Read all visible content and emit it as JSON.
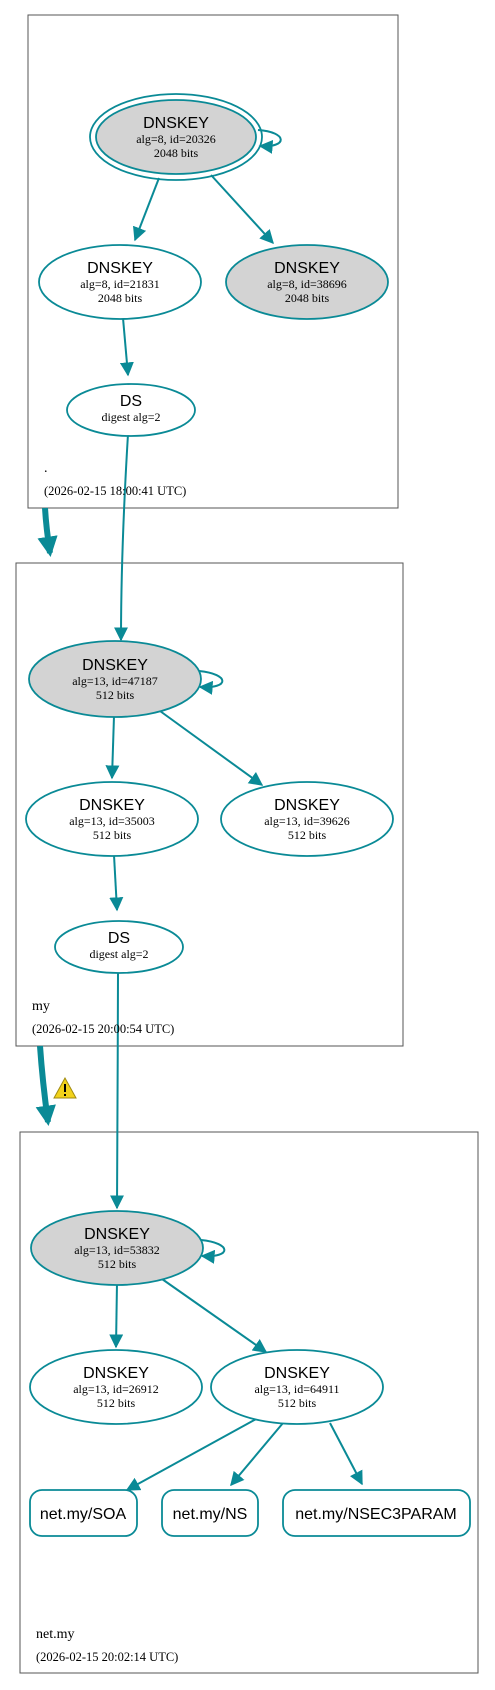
{
  "zones": {
    "root": {
      "name": ".",
      "timestamp": "(2026-02-15 18:00:41 UTC)"
    },
    "my": {
      "name": "my",
      "timestamp": "(2026-02-15 20:00:54 UTC)"
    },
    "netmy": {
      "name": "net.my",
      "timestamp": "(2026-02-15 20:02:14 UTC)"
    }
  },
  "nodes": {
    "root_ksk": {
      "title": "DNSKEY",
      "line1": "alg=8, id=20326",
      "line2": "2048 bits",
      "filled": true
    },
    "root_zsk1": {
      "title": "DNSKEY",
      "line1": "alg=8, id=21831",
      "line2": "2048 bits",
      "filled": false
    },
    "root_zsk2": {
      "title": "DNSKEY",
      "line1": "alg=8, id=38696",
      "line2": "2048 bits",
      "filled": true
    },
    "root_ds": {
      "title": "DS",
      "line1": "digest alg=2"
    },
    "my_ksk": {
      "title": "DNSKEY",
      "line1": "alg=13, id=47187",
      "line2": "512 bits",
      "filled": true
    },
    "my_zsk1": {
      "title": "DNSKEY",
      "line1": "alg=13, id=35003",
      "line2": "512 bits",
      "filled": false
    },
    "my_zsk2": {
      "title": "DNSKEY",
      "line1": "alg=13, id=39626",
      "line2": "512 bits",
      "filled": false
    },
    "my_ds": {
      "title": "DS",
      "line1": "digest alg=2"
    },
    "netmy_ksk": {
      "title": "DNSKEY",
      "line1": "alg=13, id=53832",
      "line2": "512 bits",
      "filled": true
    },
    "netmy_zsk1": {
      "title": "DNSKEY",
      "line1": "alg=13, id=26912",
      "line2": "512 bits",
      "filled": false
    },
    "netmy_zsk2": {
      "title": "DNSKEY",
      "line1": "alg=13, id=64911",
      "line2": "512 bits",
      "filled": false
    }
  },
  "records": {
    "soa": "net.my/SOA",
    "ns": "net.my/NS",
    "nsec3param": "net.my/NSEC3PARAM"
  },
  "colors": {
    "edge": "#0a8a96",
    "node_fill": "#d3d3d3",
    "warning": "#f2d21b"
  },
  "icons": {
    "delegation_warning": "warning-icon"
  }
}
